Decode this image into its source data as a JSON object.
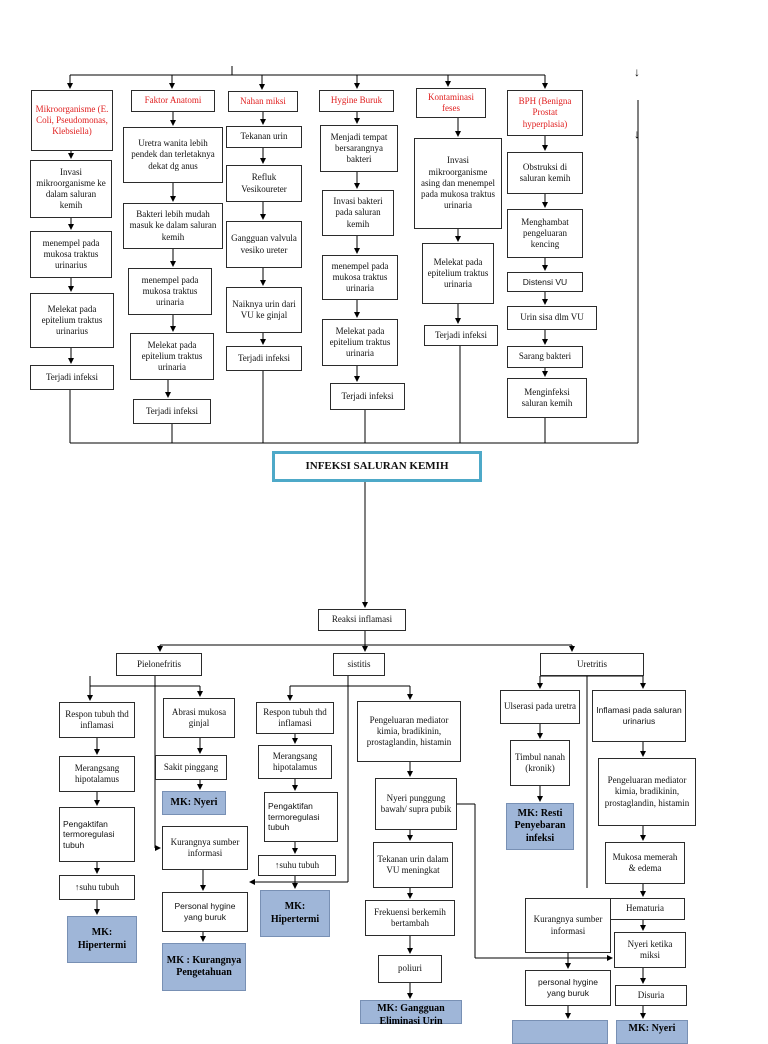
{
  "top_causes": {
    "mikroorganisme": "Mikroorganisme (E. Coli, Pseudomonas, Klebsiella)",
    "faktor_anatomi": "Faktor Anatomi",
    "nahan_miksi": "Nahan miksi",
    "hygine_buruk": "Hygine Buruk",
    "kontaminasi_feses": "Kontaminasi feses",
    "bph": "BPH (Benigna Prostat hyperplasia)"
  },
  "col1": {
    "invasi": "Invasi mikroorganisme ke dalam saluran kemih",
    "menempel": "menempel pada mukosa traktus urinarius",
    "melekat": "Melekat pada epitelium traktus urinarius",
    "infeksi": "Terjadi infeksi"
  },
  "col2": {
    "uretra": "Uretra wanita lebih pendek dan terletaknya dekat dg anus",
    "bakteri": "Bakteri lebih mudah masuk ke dalam saluran kemih",
    "menempel": "menempel pada mukosa traktus urinaria",
    "melekat": "Melekat pada epitelium traktus urinaria",
    "infeksi": "Terjadi infeksi"
  },
  "col3": {
    "tekanan": "Tekanan urin",
    "refluk": "Refluk Vesikoureter",
    "gangguan": "Gangguan valvula vesiko ureter",
    "naiknya": "Naiknya urin dari VU ke ginjal",
    "infeksi": "Terjadi infeksi"
  },
  "col4": {
    "menjadi": "Menjadi tempat bersarangnya bakteri",
    "invasi": "Invasi bakteri pada saluran kemih",
    "menempel": "menempel pada mukosa traktus urinaria",
    "melekat": "Melekat pada epitelium traktus urinaria",
    "infeksi": "Terjadi infeksi"
  },
  "col5": {
    "invasi": "Invasi mikroorganisme asing dan menempel pada mukosa traktus urinaria",
    "melekat": "Melekat pada epitelium traktus urinaria",
    "infeksi": "Terjadi infeksi"
  },
  "col6": {
    "obstruksi": "Obstruksi di saluran kemih",
    "menghambat": "Menghambat pengeluaran kencing",
    "distensi": "Distensi VU",
    "urin_sisa": "Urin sisa dlm VU",
    "sarang": "Sarang bakteri",
    "menginfeksi": "Menginfeksi saluran kemih"
  },
  "main_title": "INFEKSI SALURAN KEMIH",
  "reaksi": "Reaksi inflamasi",
  "branches": {
    "pielonefritis": "Pielonefritis",
    "sistitis": "sistitis",
    "uretritis": "Uretritis"
  },
  "pielo": {
    "respon": "Respon tubuh thd inflamasi",
    "merangsang": "Merangsang hipotalamus",
    "pengaktifan": "Pengaktifan termoregulasi tubuh",
    "suhu": "↑suhu tubuh",
    "mk_hipertermi": "MK: Hipertermi",
    "abrasi": "Abrasi mukosa ginjal",
    "sakit": "Sakit pinggang",
    "mk_nyeri": "MK: Nyeri",
    "kurangnya": "Kurangnya sumber informasi",
    "personal": "Personal hygine yang buruk",
    "mk_pengetahuan": "MK : Kurangnya Pengetahuan"
  },
  "sist": {
    "respon": "Respon tubuh thd inflamasi",
    "merangsang": "Merangsang hipotalamus",
    "pengaktifan": "Pengaktifan termoregulasi tubuh",
    "suhu": "↑suhu tubuh",
    "mk_hipertermi": "MK: Hipertermi",
    "pengeluaran": "Pengeluaran mediator kimia, bradikinin, prostaglandin, histamin",
    "nyeri_punggung": "Nyeri punggung bawah/ supra pubik",
    "tekanan": "Tekanan urin dalam VU meningkat",
    "frekuensi": "Frekuensi berkemih bertambah",
    "poliuri": "poliuri",
    "mk_eliminasi": "MK: Gangguan Eliminasi Urin"
  },
  "uret": {
    "ulserasi": "Ulserasi pada uretra",
    "timbul": "Timbul nanah (kronik)",
    "mk_resti": "MK: Resti Penyebaran infeksi",
    "inflamasi": "Inflamasi pada saluran urinarius",
    "pengeluaran": "Pengeluaran mediator kimia, bradikinin, prostaglandin, histamin",
    "mukosa": "Mukosa memerah & edema",
    "hematuria": "Hematuria",
    "nyeri_miksi": "Nyeri ketika miksi",
    "disuria": "Disuria",
    "mk_nyeri": "MK: Nyeri",
    "kurangnya": "Kurangnya sumber informasi",
    "personal": "personal hygine yang buruk"
  },
  "stray_arrows": [
    "↓",
    "↓"
  ]
}
